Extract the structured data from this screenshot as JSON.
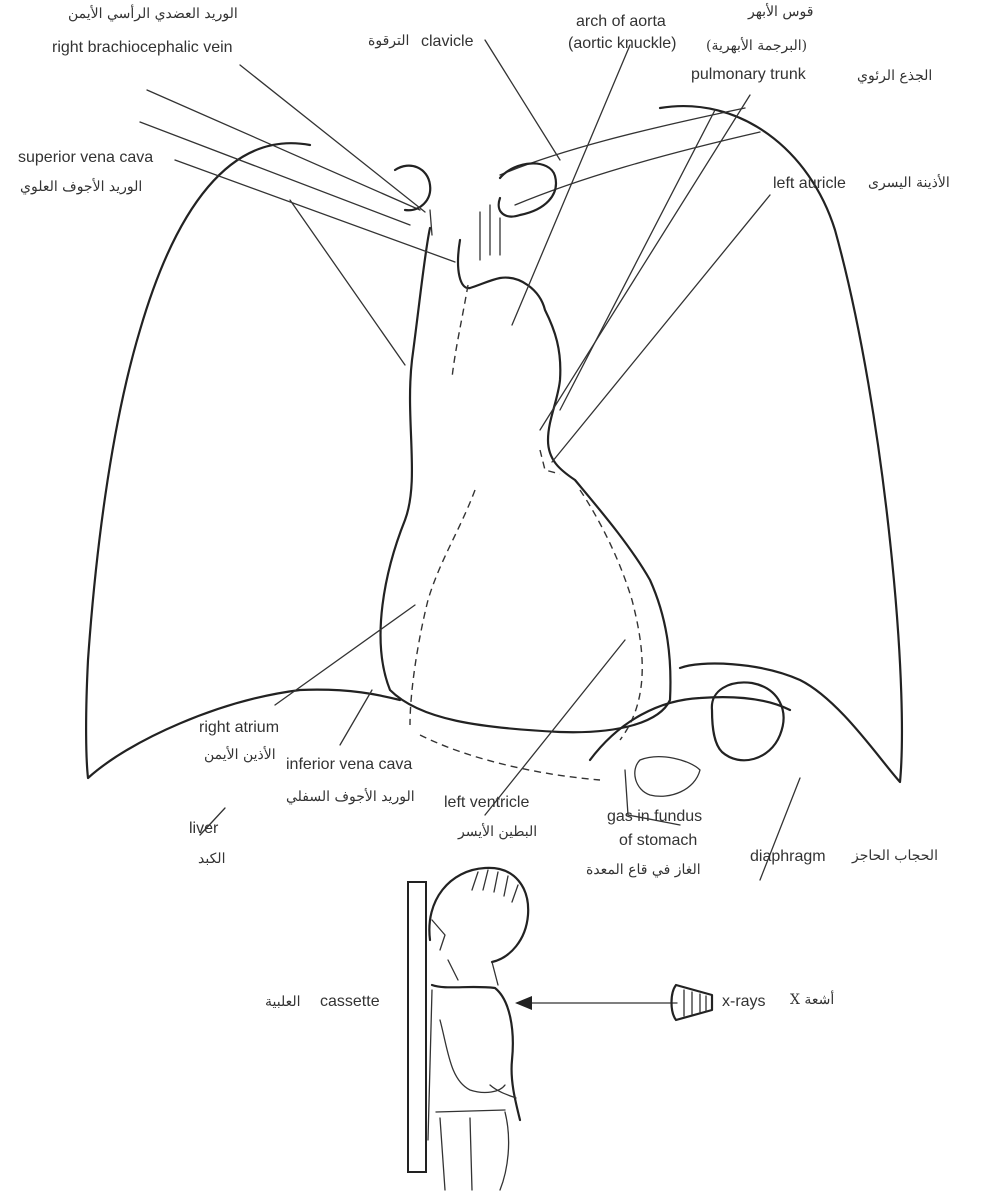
{
  "labels": {
    "brachiocephalic_ar": "الوريد العضدي الرأسي الأيمن",
    "brachiocephalic_en": "right brachiocephalic vein",
    "clavicle_ar": "الترقوة",
    "clavicle_en": "clavicle",
    "aortic_arch_en_1": "arch of aorta",
    "aortic_arch_en_2": "(aortic knuckle)",
    "aortic_arch_ar_1": "قوس الأبهر",
    "aortic_arch_ar_2": "(البرجمة الأبهرية)",
    "pulmonary_trunk_ar": "الجذع الرئوي",
    "pulmonary_trunk_en": "pulmonary trunk",
    "svc_en": "superior vena cava",
    "svc_ar": "الوريد الأجوف العلوي",
    "left_auricle_ar": "الأذينة اليسرى",
    "left_auricle_en": "left auricle",
    "right_atrium_en": "right atrium",
    "right_atrium_ar": "الأذين الأيمن",
    "ivc_en": "inferior vena cava",
    "ivc_ar": "الوريد الأجوف السفلي",
    "left_ventricle_en": "left ventricle",
    "left_ventricle_ar": "البطين الأيسر",
    "gas_en_1": "gas in fundus",
    "gas_en_2": "of stomach",
    "gas_ar": "الغاز في قاع المعدة",
    "diaphragm_ar": "الحجاب الحاجز",
    "diaphragm_en": "diaphragm",
    "liver_en": "liver",
    "liver_ar": "الكبد",
    "cassette_ar": "العلبية",
    "cassette_en": "cassette",
    "xrays_en": "x-rays",
    "xrays_ar": "أشعة X"
  }
}
